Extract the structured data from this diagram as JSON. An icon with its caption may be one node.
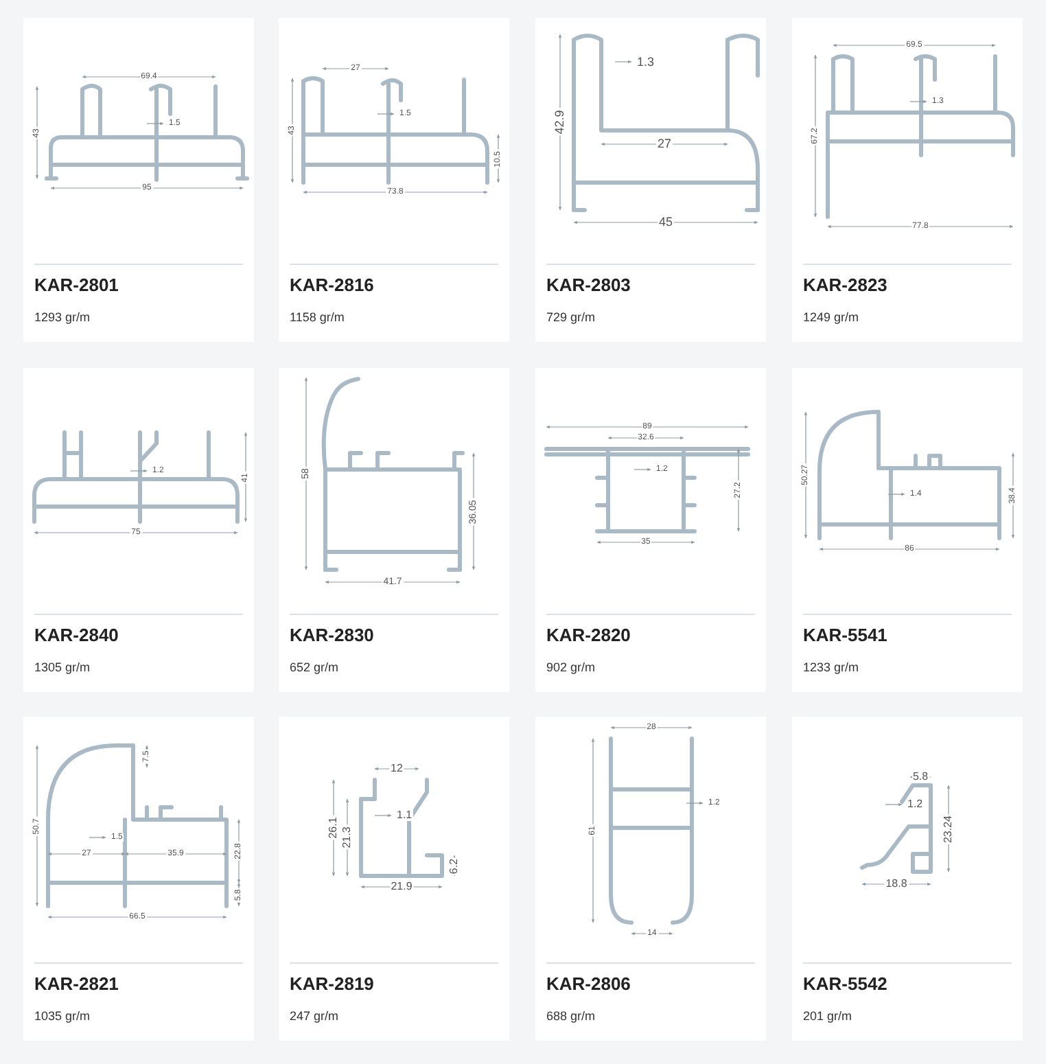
{
  "diagram": {
    "nodes": [
      {
        "text": [
          "KAR-2801",
          "1293 gr/m"
        ]
      },
      {
        "text": [
          "KAR-2816",
          "1158 gr/m"
        ]
      },
      {
        "text": [
          "KAR-2803",
          "729 gr/m"
        ]
      },
      {
        "text": [
          "KAR-2823",
          "1249 gr/m"
        ]
      },
      {
        "text": [
          "KAR-2840",
          "1305 gr/m"
        ]
      },
      {
        "text": [
          "KAR-2830",
          "652 gr/m"
        ]
      },
      {
        "text": [
          "KAR-2820",
          "902 gr/m"
        ]
      },
      {
        "text": [
          "KAR-5541",
          "1233 gr/m"
        ]
      },
      {
        "text": [
          "KAR-2821",
          "1035 gr/m"
        ]
      },
      {
        "text": [
          "KAR-2819",
          "247 gr/m"
        ]
      },
      {
        "text": [
          "KAR-2806",
          "688 gr/m"
        ]
      },
      {
        "text": [
          "KAR-5542",
          "201 gr/m"
        ]
      }
    ],
    "edges": [],
    "labels": [
      "69.4",
      "43",
      "1.5",
      "95",
      "27",
      "43",
      "1.5",
      "10.5",
      "73.8",
      "1.3",
      "42.9",
      "27",
      "45",
      "69.5",
      "67.2",
      "1.3",
      "77.8",
      "1.2",
      "41",
      "75",
      "58",
      "36.05",
      "41.7",
      "89",
      "32.6",
      "1.2",
      "27.2",
      "35",
      "50.27",
      "1.4",
      "38.4",
      "86",
      "7.5",
      "50.7",
      "1.5",
      "27",
      "35.9",
      "22.8",
      "5.8",
      "66.5",
      "12",
      "26.1",
      "21.3",
      "1.1",
      "6.2",
      "21.9",
      "28",
      "61",
      "1.2",
      "14",
      "5.8",
      "1.2",
      "23.24",
      "18.8"
    ]
  }
}
